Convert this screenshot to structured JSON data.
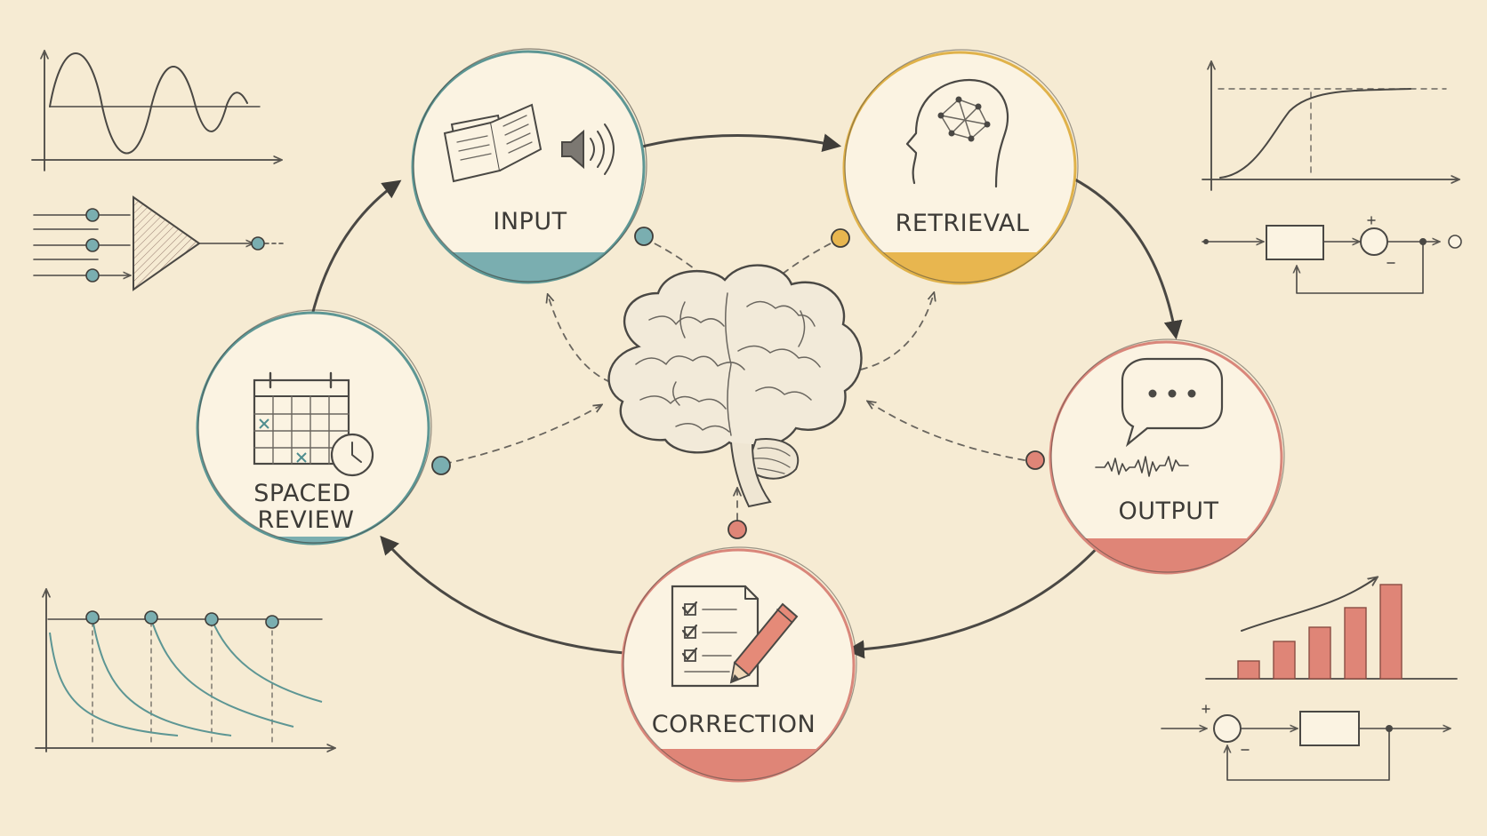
{
  "colors": {
    "paper": "#f6ebd3",
    "ink": "#4a4844",
    "teal": "#5d9694",
    "teal_fill": "#7aaeb0",
    "amber": "#e0b24a",
    "amber_fill": "#e8b64f",
    "salmon": "#d9867a",
    "salmon_fill": "#df8577",
    "node_fill": "#fbf3e2"
  },
  "cycle": {
    "nodes": [
      {
        "id": "input",
        "label": [
          "INPUT"
        ],
        "icon": "book-and-speaker-icon",
        "accent": "teal"
      },
      {
        "id": "retrieval",
        "label": [
          "RETRIEVAL"
        ],
        "icon": "head-with-neural-network-icon",
        "accent": "amber"
      },
      {
        "id": "output",
        "label": [
          "OUTPUT"
        ],
        "icon": "speech-bubble-with-waveform-icon",
        "accent": "salmon"
      },
      {
        "id": "correction",
        "label": [
          "CORRECTION"
        ],
        "icon": "checklist-and-pencil-icon",
        "accent": "salmon"
      },
      {
        "id": "spaced_review",
        "label": [
          "SPACED",
          "REVIEW"
        ],
        "icon": "calendar-and-clock-icon",
        "accent": "teal"
      }
    ],
    "center_icon": "brain-icon"
  },
  "margin_sketches": {
    "top_left": [
      "damped-oscillation-chart-icon",
      "amplifier-circuit-icon"
    ],
    "top_right": [
      "saturation-curve-chart-icon",
      "feedback-loop-icon"
    ],
    "bottom_left": [
      "forgetting-curve-chart-icon"
    ],
    "bottom_right": [
      "growth-bar-chart-icon",
      "feedback-loop-icon"
    ]
  }
}
